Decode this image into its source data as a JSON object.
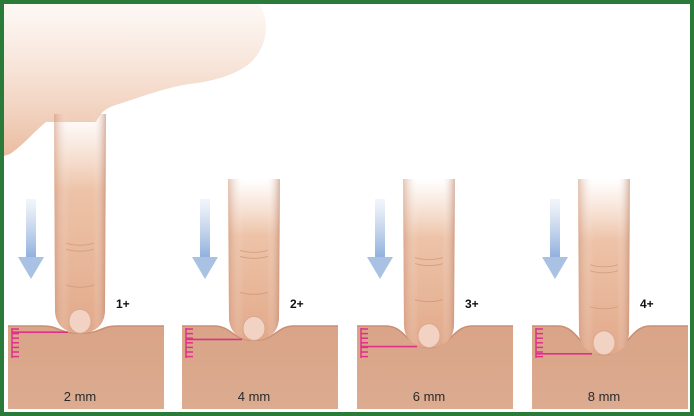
{
  "frame": {
    "border_color": "#2a7a3a"
  },
  "colors": {
    "skin": "#dcab90",
    "skin_dark": "#c98f74",
    "finger": "#e8b596",
    "scale": "#e0308a",
    "arrow": "#a9c2e4"
  },
  "panels": [
    {
      "grade": "1+",
      "depth": "2 mm",
      "depth_value_mm": 2
    },
    {
      "grade": "2+",
      "depth": "4 mm",
      "depth_value_mm": 4
    },
    {
      "grade": "3+",
      "depth": "6 mm",
      "depth_value_mm": 6
    },
    {
      "grade": "4+",
      "depth": "8 mm",
      "depth_value_mm": 8
    }
  ]
}
